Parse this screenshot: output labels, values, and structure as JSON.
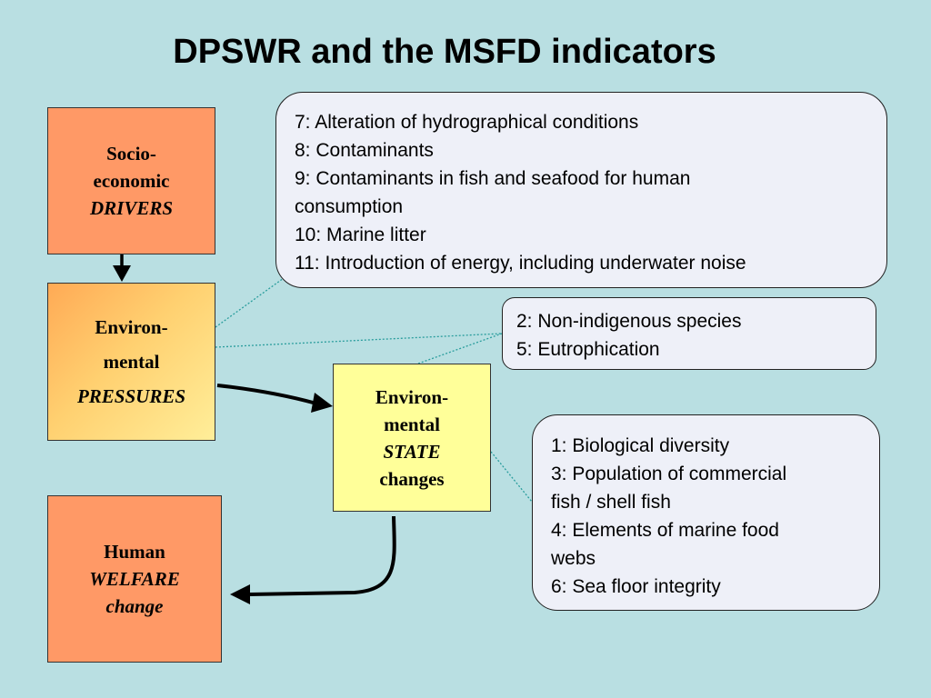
{
  "title": "DPSWR and the MSFD indicators",
  "drivers": {
    "line1": "Socio-",
    "line2": "economic",
    "line3": "DRIVERS"
  },
  "pressures": {
    "line1": "Environ-",
    "line2": "mental",
    "line3": "PRESSURES"
  },
  "state": {
    "line1": "Environ-",
    "line2": "mental",
    "line3": "STATE",
    "line4": "changes"
  },
  "welfare": {
    "line1": "Human",
    "line2": "WELFARE",
    "line3": "change"
  },
  "pressure_indicators": [
    "7: Alteration of hydrographical conditions",
    "8: Contaminants",
    "9: Contaminants in fish and seafood for human",
    "consumption",
    "10: Marine litter",
    "11: Introduction of energy, including underwater noise"
  ],
  "pressure_indicators_2": [
    "2: Non-indigenous species",
    "5: Eutrophication"
  ],
  "state_indicators": [
    "1: Biological diversity",
    "3: Population of commercial",
    "fish / shell fish",
    "4: Elements of marine food",
    "webs",
    "6: Sea floor integrity"
  ],
  "colors": {
    "background": "#b9dfe2",
    "drivers_fill": "#ff9966",
    "state_fill": "#ffff99",
    "welfare_fill": "#ff9966",
    "indicator_box_fill": "#eef0f8",
    "connector_line": "#2a9d9d"
  }
}
